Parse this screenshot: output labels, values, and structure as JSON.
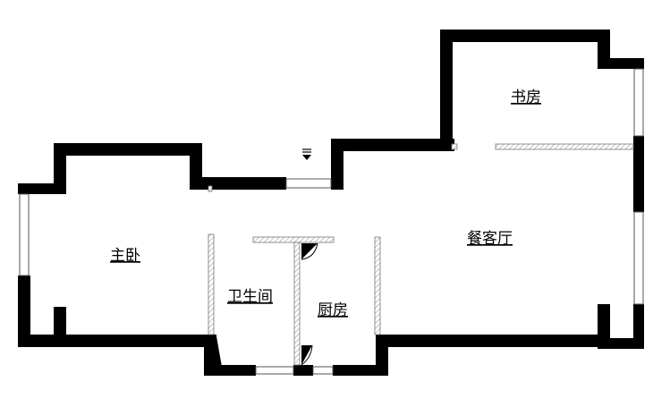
{
  "rooms": {
    "study": "书房",
    "living_dining": "餐客厅",
    "master_bedroom": "主卧",
    "bathroom": "卫生间",
    "kitchen": "厨房"
  }
}
